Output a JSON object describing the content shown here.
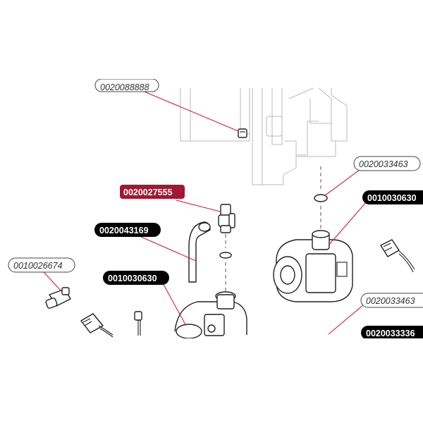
{
  "labels": {
    "top_cut": "0020088888",
    "highlight": "0020027555",
    "hose": "0020043169",
    "sensor": "0010026674",
    "pump_lower": "0010030630",
    "oring_upper": "0020033463",
    "pump_right": "0010030630",
    "oring_lower": "0020033463",
    "cable_right": "0020033336"
  },
  "colors": {
    "highlight_fill": "#a01832",
    "black_tag": "#000000",
    "leader": "#c7233a"
  },
  "icons": [
    "pump-icon",
    "tee-fitting-icon",
    "hose-icon",
    "o-ring-icon",
    "connector-plug-icon",
    "sensor-icon",
    "plug-screw-icon"
  ]
}
